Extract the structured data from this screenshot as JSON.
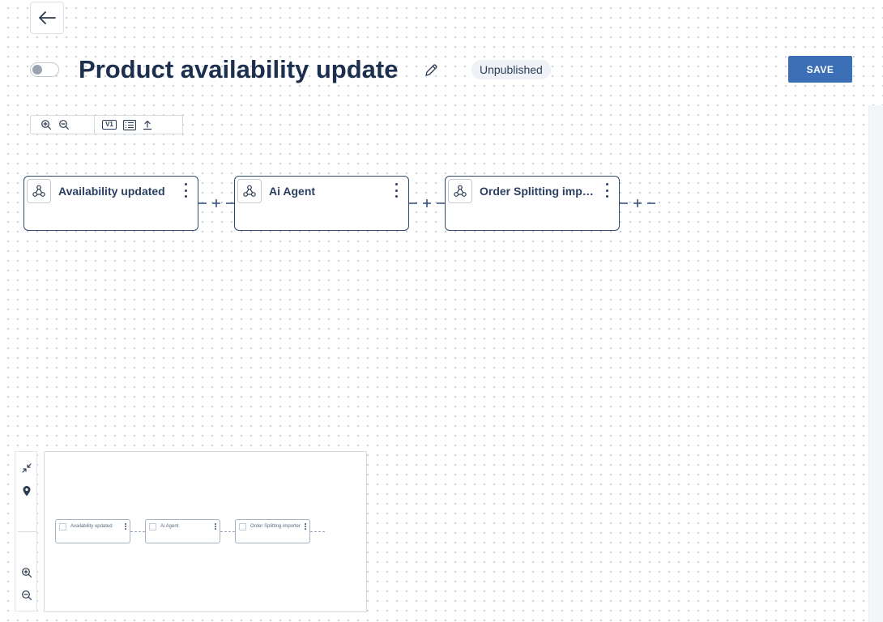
{
  "header": {
    "title": "Product availability update",
    "status": "Unpublished",
    "save_label": "SAVE",
    "active": false
  },
  "toolbar": {
    "version": "V1",
    "tools": [
      "zoom-in-icon",
      "zoom-out-icon",
      "version-icon",
      "list-icon",
      "upload-icon"
    ]
  },
  "nodes": [
    {
      "title": "Availability updated",
      "icon": "webhook-icon"
    },
    {
      "title": "Ai Agent",
      "icon": "webhook-icon"
    },
    {
      "title": "Order Splitting importer",
      "icon": "webhook-icon"
    }
  ],
  "minimap": {
    "controls": [
      "collapse-icon",
      "location-pin-icon",
      "zoom-in-icon",
      "zoom-out-icon"
    ]
  },
  "colors": {
    "accent": "#3b6fb6",
    "node_border": "#2f4a70",
    "title": "#1c2f4f"
  }
}
